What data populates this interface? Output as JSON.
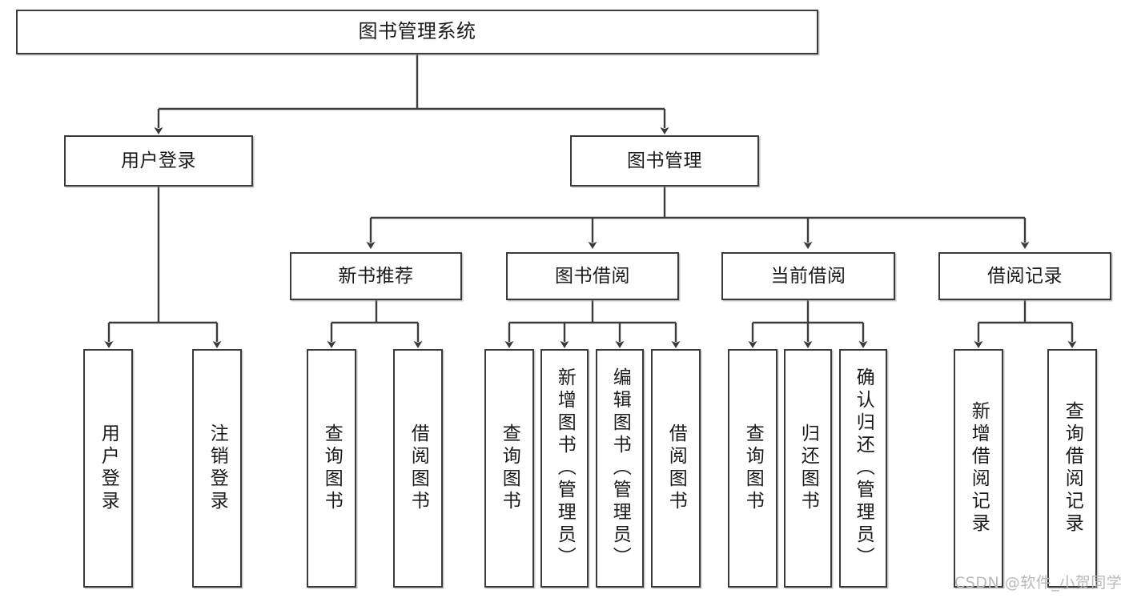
{
  "diagram": {
    "type": "tree",
    "title": "图书管理系统",
    "watermark": "CSDN @软件_小贺同学",
    "colors": {
      "stroke": "#3b3b3b",
      "box_fill": "#ffffff",
      "text": "#1b1b1b",
      "watermark": "#b9b9b9",
      "background": "#ffffff"
    },
    "nodes": {
      "root": {
        "label": "图书管理系统"
      },
      "level2": [
        {
          "label": "用户登录"
        },
        {
          "label": "图书管理"
        }
      ],
      "level3": [
        {
          "label": "新书推荐"
        },
        {
          "label": "图书借阅"
        },
        {
          "label": "当前借阅"
        },
        {
          "label": "借阅记录"
        }
      ],
      "leaves": {
        "user_login": [
          {
            "label": "用户登录"
          },
          {
            "label": "注销登录"
          }
        ],
        "new_book": [
          {
            "label": "查询图书"
          },
          {
            "label": "借阅图书"
          }
        ],
        "book_borrow": [
          {
            "label": "查询图书"
          },
          {
            "label": "新增图书（管理员）"
          },
          {
            "label": "编辑图书（管理员）"
          },
          {
            "label": "借阅图书"
          }
        ],
        "current_borrow": [
          {
            "label": "查询图书"
          },
          {
            "label": "归还图书"
          },
          {
            "label": "确认归还（管理员）"
          }
        ],
        "borrow_record": [
          {
            "label": "新增借阅记录"
          },
          {
            "label": "查询借阅记录"
          }
        ]
      }
    }
  }
}
